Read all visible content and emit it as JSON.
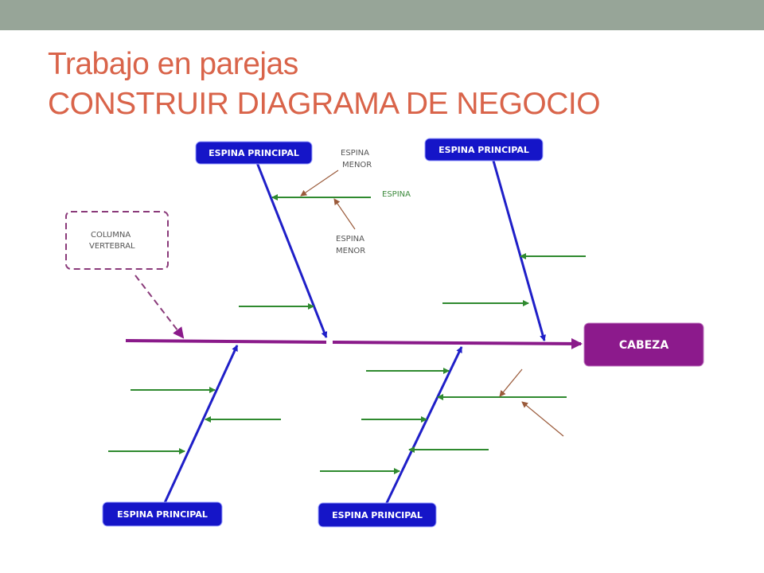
{
  "slide": {
    "title_line1": "Trabajo en parejas",
    "title_line2": "CONSTRUIR DIAGRAMA DE NEGOCIO"
  },
  "diagram": {
    "head_label": "CABEZA",
    "main_bone_label": "ESPINA PRINCIPAL",
    "spine_note": "ESPINA",
    "minor_note_top_l1": "ESPINA",
    "minor_note_top_l2": "MENOR",
    "minor_note_bottom_l1": "ESPINA",
    "minor_note_bottom_l2": "MENOR",
    "backbone_note_l1": "COLUMNA",
    "backbone_note_l2": "VERTEBRAL",
    "colors": {
      "title": "#d9644a",
      "top_bar": "#97a598",
      "backbone": "#8a1a8a",
      "main_bone": "#1f1fc8",
      "minor_bone": "#2f8a2f",
      "note_arrow": "#9a5a3a",
      "box_blue": "#1515c8",
      "box_purple": "#8c1a8c"
    }
  }
}
